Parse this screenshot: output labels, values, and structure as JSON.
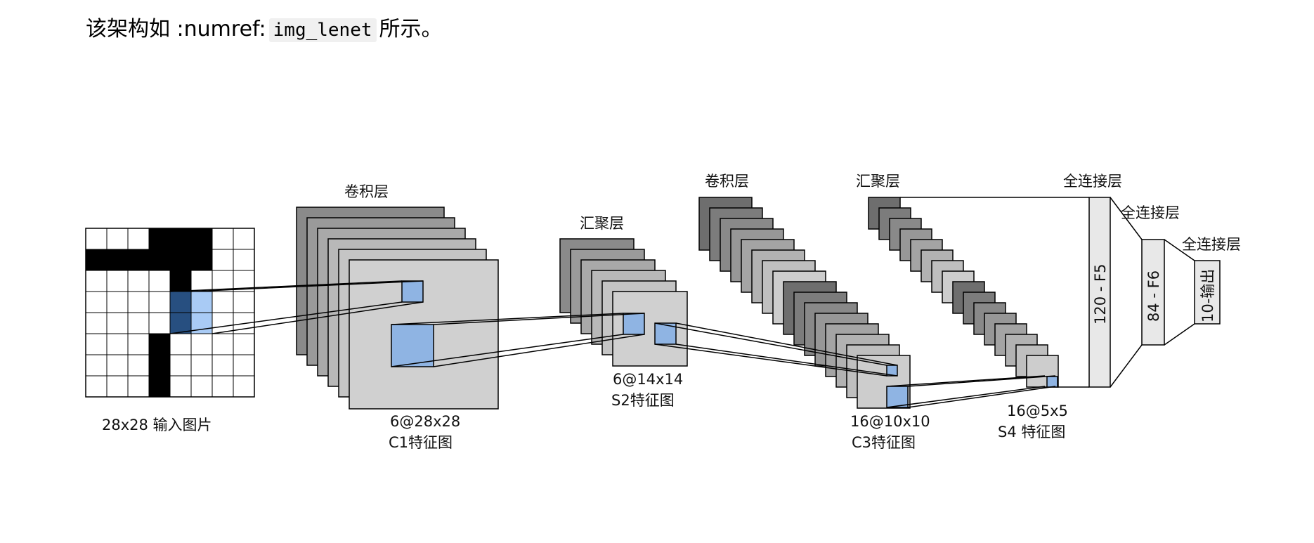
{
  "caption": {
    "prefix": "该架构如 :numref:",
    "code": "img_lenet",
    "suffix": "所示。"
  },
  "labels": {
    "input_caption": "28x28 输入图片",
    "conv1_title": "卷积层",
    "c1_size": "6@28x28",
    "c1_name": "C1特征图",
    "pool1_title": "汇聚层",
    "s2_size": "6@14x14",
    "s2_name": "S2特征图",
    "conv2_title": "卷积层",
    "c3_size": "16@10x10",
    "c3_name": "C3特征图",
    "pool2_title": "汇聚层",
    "s4_size": "16@5x5",
    "s4_name": "S4 特征图",
    "fc1_title": "全连接层",
    "fc2_title": "全连接层",
    "fc3_title": "全连接层",
    "f5_label": "120 - F5",
    "f6_label": "84 - F6",
    "out_label": "10-输出"
  },
  "colors": {
    "highlight_light": "#8fb4e3",
    "highlight_dark": "#274f80",
    "highlight_pale": "#a9cbf5",
    "map_light": "#d0d0d0",
    "map_dark": "#6e6e6e",
    "fc_fill": "#e8e8e8"
  }
}
